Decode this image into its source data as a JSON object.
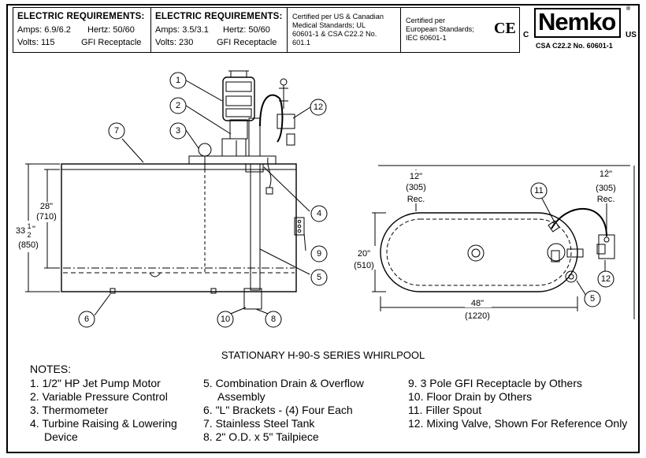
{
  "header": {
    "req1": {
      "title": "ELECTRIC REQUIREMENTS:",
      "amps": "Amps: 6.9/6.2",
      "hertz": "Hertz: 50/60",
      "volts": "Volts: 115",
      "gfi": "GFI Receptacle"
    },
    "req2": {
      "title": "ELECTRIC REQUIREMENTS:",
      "amps": "Amps: 3.5/3.1",
      "hertz": "Hertz: 50/60",
      "volts": "Volts: 230",
      "gfi": "GFI Receptacle"
    },
    "cert_us": [
      "Certified per US & Canadian",
      "Medical Standards; UL",
      "60601-1 & CSA C22.2 No.",
      "601.1"
    ],
    "cert_eu": [
      "Certified per",
      "European Standards;",
      "IEC 60601-1"
    ],
    "ce_mark": "CE",
    "nemko": {
      "logo": "Nemko",
      "c": "C",
      "us": "US",
      "reg": "®",
      "standard": "CSA C22.2 No. 60601-1"
    }
  },
  "side_view": {
    "callouts": [
      "1",
      "2",
      "3",
      "4",
      "5",
      "6",
      "7",
      "8",
      "9",
      "10",
      "12"
    ],
    "dim_height": {
      "inches": "28\"",
      "mm": "(710)"
    },
    "dim_total": {
      "whole": "33",
      "frac_num": "1",
      "frac_den": "2",
      "unit": "\"",
      "mm": "(850)"
    }
  },
  "top_view": {
    "callouts": [
      "11",
      "5",
      "12"
    ],
    "dim_left": {
      "inches": "12\"",
      "mm": "(305)",
      "note": "Rec."
    },
    "dim_right": {
      "inches": "12\"",
      "mm": "(305)",
      "note": "Rec."
    },
    "dim_width": {
      "inches": "20\"",
      "mm": "(510)"
    },
    "dim_length": {
      "inches": "48\"",
      "mm": "(1220)"
    }
  },
  "title": "STATIONARY H-90-S SERIES WHIRLPOOL",
  "notes_heading": "NOTES:",
  "notes": {
    "col1": [
      "1. 1/2\" HP Jet Pump Motor",
      "2. Variable Pressure Control",
      "3. Thermometer",
      "4. Turbine Raising & Lowering",
      "    Device"
    ],
    "col2": [
      "5. Combination Drain & Overflow",
      "    Assembly",
      "6. \"L\" Brackets - (4) Four Each",
      "7. Stainless Steel Tank",
      "8. 2\" O.D. x 5\" Tailpiece"
    ],
    "col3": [
      "9. 3 Pole GFI Receptacle by Others",
      "10. Floor Drain by Others",
      "11. Filler Spout",
      "12. Mixing Valve, Shown For Reference Only"
    ]
  }
}
